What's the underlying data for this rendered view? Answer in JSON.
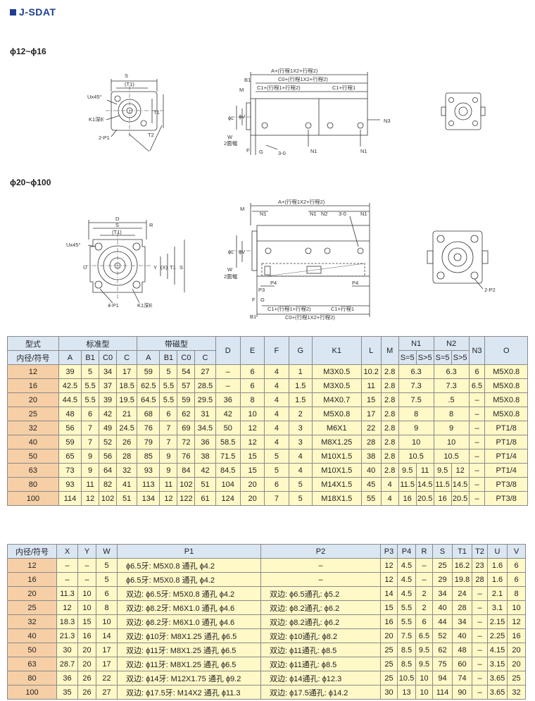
{
  "page": {
    "title": "J-SDAT",
    "section_small": "ϕ12~ϕ16",
    "section_large": "ϕ20~ϕ100"
  },
  "drawing_labels": {
    "S": "S",
    "T1p": "(T1)",
    "D": "D",
    "R": "R",
    "Ux45": "Ux45°",
    "K1": "K1深E",
    "P1_2": "2-P1",
    "P1_4": "4-P1",
    "P2_2": "2-P2",
    "T1": "T1",
    "T2": "T2",
    "Y": "Y",
    "Xp": "(X)",
    "U": "U",
    "A_expr": "A+(行程1X2+行程2)",
    "C0_expr": "C0+(行程1X2+行程2)",
    "C1_expr_a": "C1+(行程1+行程2)",
    "C1_expr_b": "C1+行程1",
    "B1": "B1",
    "M": "M",
    "L": "ϕL",
    "V": "ϕV",
    "W": "W",
    "W2": "2面幅",
    "F": "F",
    "G": "G",
    "N1": "N1",
    "N2": "N2",
    "N3": "N3",
    "thread": "3-0",
    "P3": "P3",
    "P4": "P4"
  },
  "table1": {
    "h_type": "型式",
    "h_std": "标准型",
    "h_mag": "带磁型",
    "h_bore": "内径/符号",
    "sub": [
      "A",
      "B1",
      "C0",
      "C"
    ],
    "cols": [
      "D",
      "E",
      "F",
      "G",
      "K1",
      "L",
      "M"
    ],
    "h_N1": "N1",
    "h_N2": "N2",
    "h_N3": "N3",
    "h_O": "O",
    "s5": "S=5",
    "s5p": "S>5",
    "rows": [
      {
        "bore": "12",
        "a": "39",
        "b1": "5",
        "c0": "34",
        "c": "17",
        "ma": "59",
        "mb1": "5",
        "mc0": "54",
        "mc": "27",
        "d": "–",
        "e": "6",
        "f": "4",
        "g": "1",
        "k1": "M3X0.5",
        "l": "10.2",
        "m": "2.8",
        "n1a": "6.3",
        "n1b": "",
        "n2a": "6.3",
        "n2b": "",
        "n3": "6",
        "o": "M5X0.8"
      },
      {
        "bore": "16",
        "a": "42.5",
        "b1": "5.5",
        "c0": "37",
        "c": "18.5",
        "ma": "62.5",
        "mb1": "5.5",
        "mc0": "57",
        "mc": "28.5",
        "d": "–",
        "e": "6",
        "f": "4",
        "g": "1.5",
        "k1": "M3X0.5",
        "l": "11",
        "m": "2.8",
        "n1a": "7.3",
        "n1b": "",
        "n2a": "7.3",
        "n2b": "",
        "n3": "6.5",
        "o": "M5X0.8"
      },
      {
        "bore": "20",
        "a": "44.5",
        "b1": "5.5",
        "c0": "39",
        "c": "19.5",
        "ma": "64.5",
        "mb1": "5.5",
        "mc0": "59",
        "mc": "29.5",
        "d": "36",
        "e": "8",
        "f": "4",
        "g": "1.5",
        "k1": "M4X0.7",
        "l": "15",
        "m": "2.8",
        "n1a": "7.5",
        "n1b": "",
        "n2a": ".5",
        "n2b": "",
        "n3": "–",
        "o": "M5X0.8"
      },
      {
        "bore": "25",
        "a": "48",
        "b1": "6",
        "c0": "42",
        "c": "21",
        "ma": "68",
        "mb1": "6",
        "mc0": "62",
        "mc": "31",
        "d": "42",
        "e": "10",
        "f": "4",
        "g": "2",
        "k1": "M5X0.8",
        "l": "17",
        "m": "2.8",
        "n1a": "8",
        "n1b": "",
        "n2a": "8",
        "n2b": "",
        "n3": "–",
        "o": "M5X0.8"
      },
      {
        "bore": "32",
        "a": "56",
        "b1": "7",
        "c0": "49",
        "c": "24.5",
        "ma": "76",
        "mb1": "7",
        "mc0": "69",
        "mc": "34.5",
        "d": "50",
        "e": "12",
        "f": "4",
        "g": "3",
        "k1": "M6X1",
        "l": "22",
        "m": "2.8",
        "n1a": "9",
        "n1b": "",
        "n2a": "9",
        "n2b": "",
        "n3": "–",
        "o": "PT1/8"
      },
      {
        "bore": "40",
        "a": "59",
        "b1": "7",
        "c0": "52",
        "c": "26",
        "ma": "79",
        "mb1": "7",
        "mc0": "72",
        "mc": "36",
        "d": "58.5",
        "e": "12",
        "f": "4",
        "g": "3",
        "k1": "M8X1.25",
        "l": "28",
        "m": "2.8",
        "n1a": "10",
        "n1b": "",
        "n2a": "10",
        "n2b": "",
        "n3": "–",
        "o": "PT1/8"
      },
      {
        "bore": "50",
        "a": "65",
        "b1": "9",
        "c0": "56",
        "c": "28",
        "ma": "85",
        "mb1": "9",
        "mc0": "76",
        "mc": "38",
        "d": "71.5",
        "e": "15",
        "f": "5",
        "g": "4",
        "k1": "M10X1.5",
        "l": "38",
        "m": "2.8",
        "n1a": "10.5",
        "n1b": "",
        "n2a": "10.5",
        "n2b": "",
        "n3": "–",
        "o": "PT1/4"
      },
      {
        "bore": "63",
        "a": "73",
        "b1": "9",
        "c0": "64",
        "c": "32",
        "ma": "93",
        "mb1": "9",
        "mc0": "84",
        "mc": "42",
        "d": "84.5",
        "e": "15",
        "f": "5",
        "g": "4",
        "k1": "M10X1.5",
        "l": "40",
        "m": "2.8",
        "n1a": "9.5",
        "n1b": "11",
        "n2a": "9.5",
        "n2b": "12",
        "n3": "–",
        "o": "PT1/4"
      },
      {
        "bore": "80",
        "a": "93",
        "b1": "11",
        "c0": "82",
        "c": "41",
        "ma": "113",
        "mb1": "11",
        "mc0": "102",
        "mc": "51",
        "d": "104",
        "e": "20",
        "f": "6",
        "g": "5",
        "k1": "M14X1.5",
        "l": "45",
        "m": "4",
        "n1a": "11.5",
        "n1b": "14.5",
        "n2a": "11.5",
        "n2b": "14.5",
        "n3": "–",
        "o": "PT3/8"
      },
      {
        "bore": "100",
        "a": "114",
        "b1": "12",
        "c0": "102",
        "c": "51",
        "ma": "134",
        "mb1": "12",
        "mc0": "122",
        "mc": "61",
        "d": "124",
        "e": "20",
        "f": "7",
        "g": "5",
        "k1": "M18X1.5",
        "l": "55",
        "m": "4",
        "n1a": "16",
        "n1b": "20.5",
        "n2a": "16",
        "n2b": "20.5",
        "n3": "–",
        "o": "PT3/8"
      }
    ]
  },
  "table2": {
    "headers": [
      "内径/符号",
      "X",
      "Y",
      "W",
      "P1",
      "P2",
      "P3",
      "P4",
      "R",
      "S",
      "T1",
      "T2",
      "U",
      "V"
    ],
    "rows": [
      [
        "12",
        "–",
        "–",
        "5",
        "ϕ6.5牙: M5X0.8 通孔 ϕ4.2",
        "–",
        "12",
        "4.5",
        "–",
        "25",
        "16.2",
        "23",
        "1.6",
        "6"
      ],
      [
        "16",
        "–",
        "–",
        "5",
        "ϕ6.5牙: M5X0.8 通孔 ϕ4.2",
        "–",
        "12",
        "4.5",
        "–",
        "29",
        "19.8",
        "28",
        "1.6",
        "6"
      ],
      [
        "20",
        "11.3",
        "10",
        "6",
        "双边: ϕ6.5牙: M5X0.8 通孔 ϕ4.2",
        "双边: ϕ6.5通孔: ϕ5.2",
        "14",
        "4.5",
        "2",
        "34",
        "24",
        "–",
        "2.1",
        "8"
      ],
      [
        "25",
        "12",
        "10",
        "8",
        "双边: ϕ8.2牙: M6X1.0 通孔 ϕ4.6",
        "双边: ϕ8.2通孔: ϕ6.2",
        "15",
        "5.5",
        "2",
        "40",
        "28",
        "–",
        "3.1",
        "10"
      ],
      [
        "32",
        "18.3",
        "15",
        "10",
        "双边: ϕ8.2牙: M6X1.0 通孔 ϕ4.6",
        "双边: ϕ8.2通孔: ϕ6.2",
        "16",
        "5.5",
        "6",
        "44",
        "34",
        "–",
        "2.15",
        "12"
      ],
      [
        "40",
        "21.3",
        "16",
        "14",
        "双边: ϕ10牙: M8X1.25 通孔 ϕ6.5",
        "双边: ϕ10通孔: ϕ8.2",
        "20",
        "7.5",
        "6.5",
        "52",
        "40",
        "–",
        "2.25",
        "16"
      ],
      [
        "50",
        "30",
        "20",
        "17",
        "双边: ϕ11牙: M8X1.25 通孔 ϕ6.5",
        "双边: ϕ11通孔: ϕ8.5",
        "25",
        "8.5",
        "9.5",
        "62",
        "48",
        "–",
        "4.15",
        "20"
      ],
      [
        "63",
        "28.7",
        "20",
        "17",
        "双边: ϕ11牙: M8X1.25 通孔 ϕ6.5",
        "双边: ϕ11通孔: ϕ8.5",
        "25",
        "8.5",
        "9.5",
        "75",
        "60",
        "–",
        "3.15",
        "20"
      ],
      [
        "80",
        "36",
        "26",
        "22",
        "双边: ϕ14牙: M12X1.75 通孔 ϕ9.2",
        "双边: ϕ14通孔: ϕ12.3",
        "25",
        "10.5",
        "10",
        "94",
        "74",
        "–",
        "3.65",
        "25"
      ],
      [
        "100",
        "35",
        "26",
        "27",
        "双边: ϕ17.5牙: M14X2 通孔 ϕ11.3",
        "双边: ϕ17.5通孔: ϕ14.2",
        "30",
        "13",
        "10",
        "114",
        "90",
        "–",
        "3.65",
        "32"
      ]
    ]
  }
}
